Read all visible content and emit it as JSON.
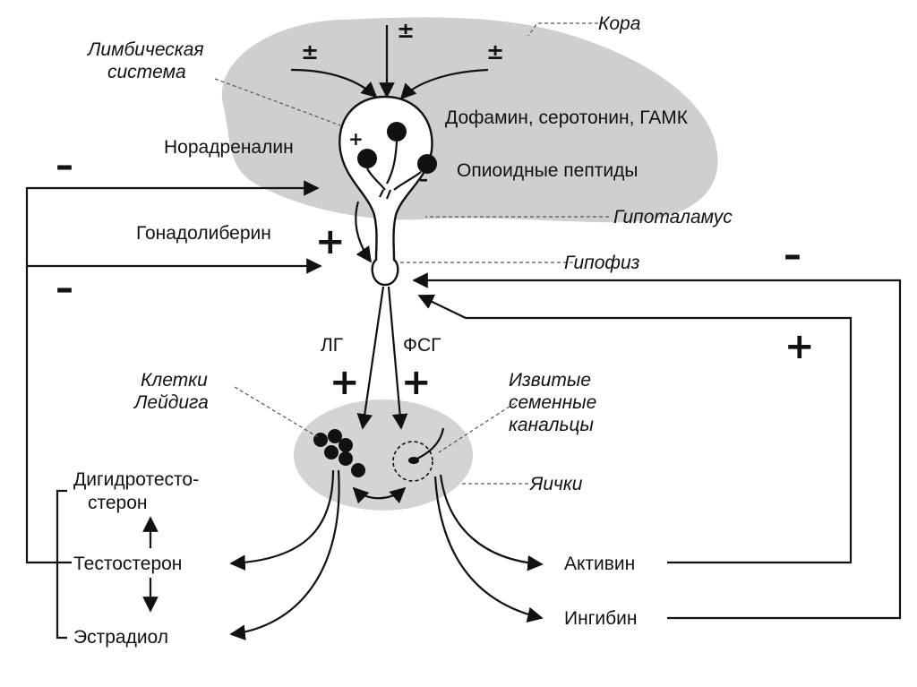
{
  "labels": {
    "cortex": "Кора",
    "limbic_line1": "Лимбическая",
    "limbic_line2": "система",
    "dopamine": "Дофамин, серотонин, ГАМК",
    "noradrenaline": "Норадреналин",
    "opioids": "Опиоидные пептиды",
    "hypothalamus": "Гипоталамус",
    "gonadoliberin": "Гонадолиберин",
    "pituitary": "Гипофиз",
    "lh": "ЛГ",
    "fsh": "ФСГ",
    "leydig_line1": "Клетки",
    "leydig_line2": "Лейдига",
    "tubules_line1": "Извитые",
    "tubules_line2": "семенные",
    "tubules_line3": "канальцы",
    "testes": "Яички",
    "dht_line1": "Дигидротесто-",
    "dht_line2": "стерон",
    "testosterone": "Тестостерон",
    "estradiol": "Эстрадиол",
    "activin": "Активин",
    "inhibin": "Ингибин"
  },
  "signs": {
    "pm": "±",
    "plus": "+",
    "minus": "–"
  },
  "colors": {
    "brain": "#cfcfcf",
    "testis": "#d4d4d4",
    "ink": "#111111"
  }
}
